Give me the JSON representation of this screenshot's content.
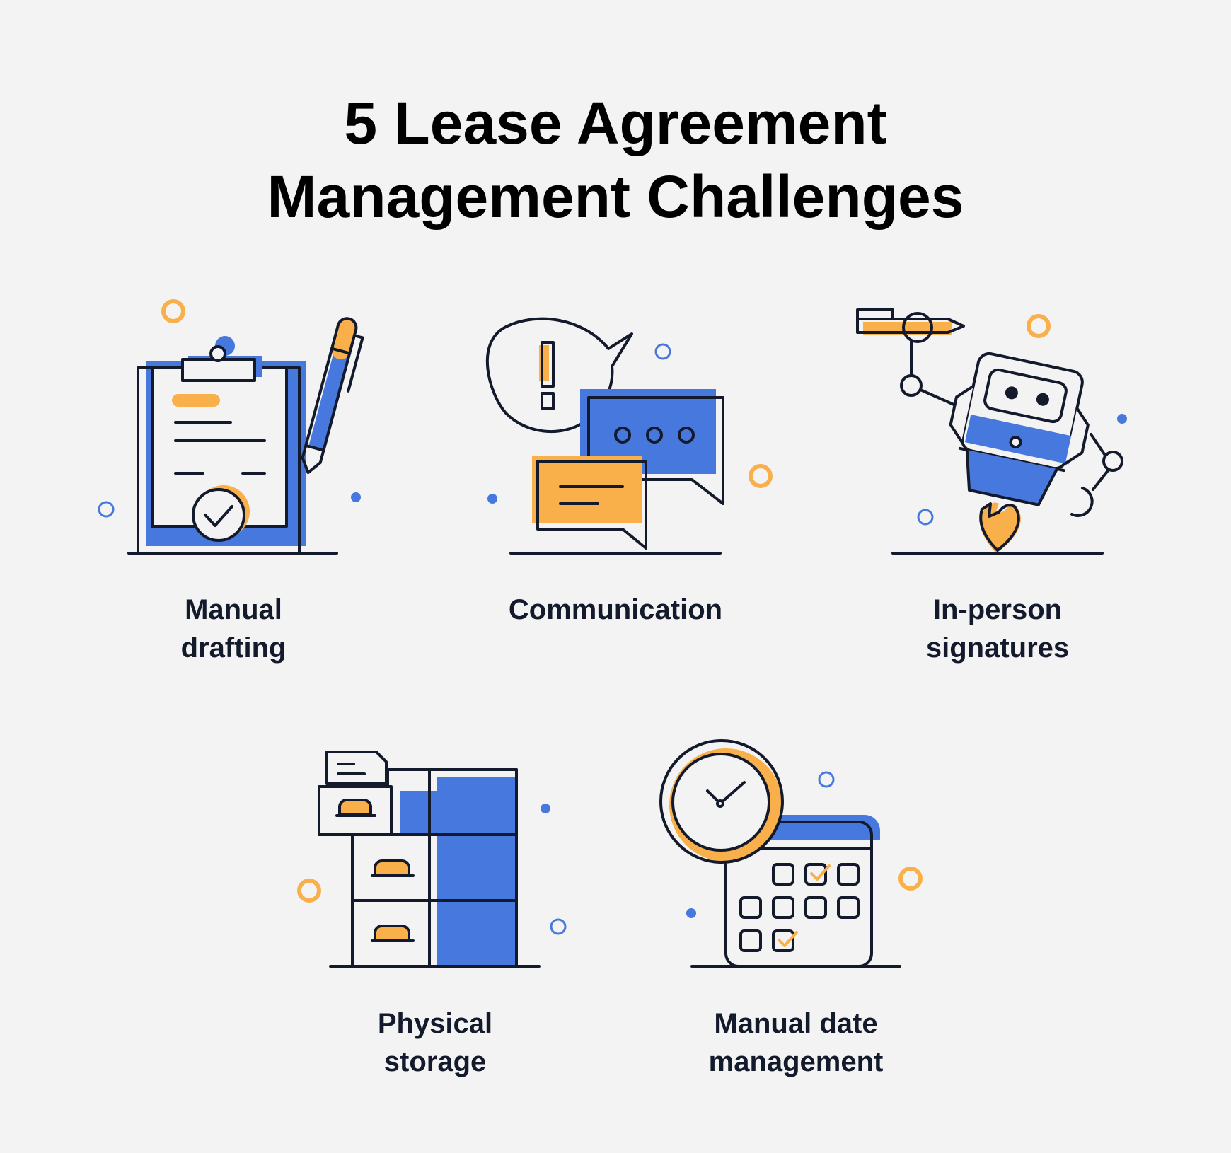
{
  "title": {
    "line1": "5 Lease Agreement",
    "line2": "Management Challenges"
  },
  "colors": {
    "blue": "#4778dd",
    "orange": "#f9b04b",
    "ink": "#131a2b",
    "background": "#f3f3f3"
  },
  "items": [
    {
      "line1": "Manual",
      "line2": "drafting",
      "icon": "clipboard-pen-icon"
    },
    {
      "line1": "Communication",
      "line2": "",
      "icon": "chat-bubbles-icon"
    },
    {
      "line1": "In-person",
      "line2": "signatures",
      "icon": "signing-robot-icon"
    },
    {
      "line1": "Physical",
      "line2": "storage",
      "icon": "filing-cabinet-icon"
    },
    {
      "line1": "Manual date",
      "line2": "management",
      "icon": "clock-calendar-icon"
    }
  ]
}
